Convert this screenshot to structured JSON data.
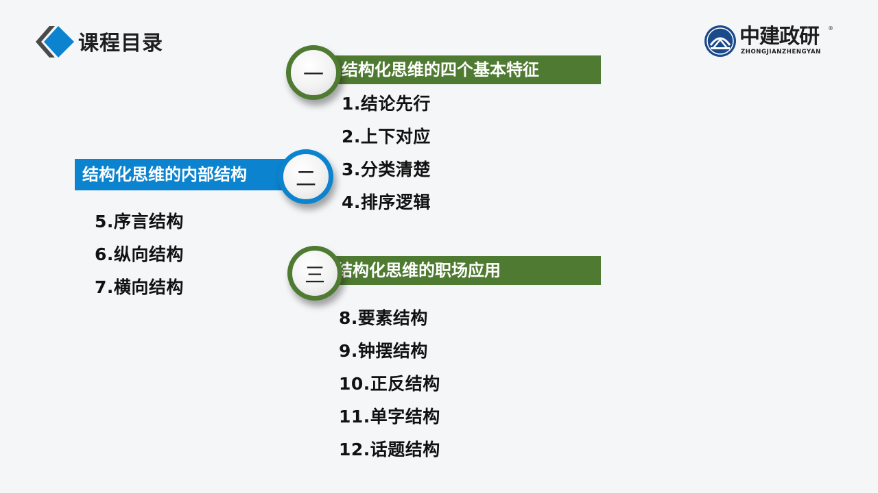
{
  "header": {
    "title": "课程目录"
  },
  "logo": {
    "name_cn": "中建政研",
    "name_en": "ZHONGJIANZHENGYAN",
    "registered_mark": "®"
  },
  "colors": {
    "green_accent": "#4f7a31",
    "blue_accent": "#0b83cf",
    "background": "#f5f6f8"
  },
  "sections": [
    {
      "number": "一",
      "title": "结构化思维的四个基本特征",
      "items": [
        "1.结论先行",
        "2.上下对应",
        "3.分类清楚",
        "4.排序逻辑"
      ]
    },
    {
      "number": "二",
      "title": "结构化思维的内部结构",
      "items": [
        "5.序言结构",
        "6.纵向结构",
        "7.横向结构"
      ]
    },
    {
      "number": "三",
      "title": "结构化思维的职场应用",
      "items": [
        "8.要素结构",
        "9.钟摆结构",
        "10.正反结构",
        "11.单字结构",
        "12.话题结构"
      ]
    }
  ]
}
